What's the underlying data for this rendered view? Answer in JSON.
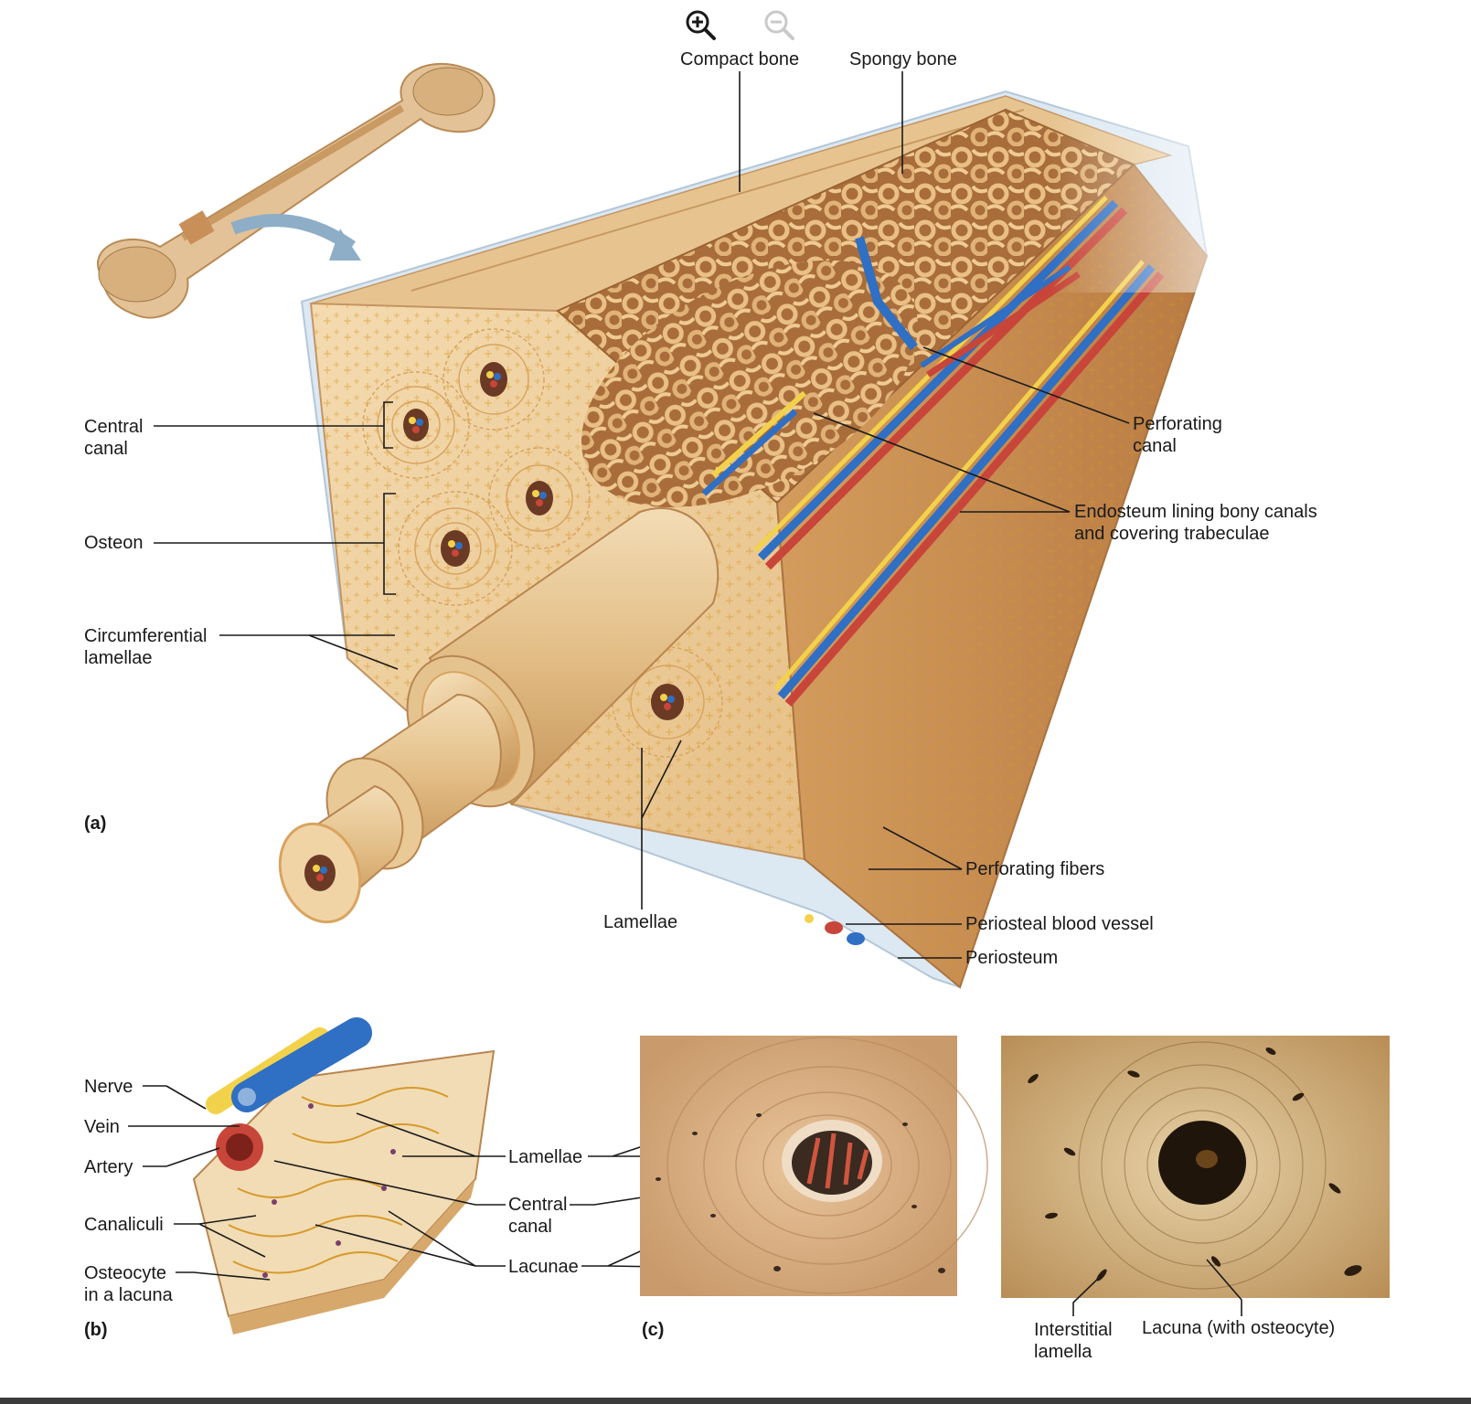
{
  "toolbar": {
    "zoom_in_icon": "zoom-in-icon",
    "zoom_out_icon": "zoom-out-icon"
  },
  "colors": {
    "bone_light": "#f1d6a8",
    "bone_mid": "#e2b97c",
    "bone_dark": "#c9955a",
    "artery": "#c8453a",
    "vein": "#2f6fc4",
    "nerve": "#f2d24a",
    "periosteum": "#cfe0ef",
    "lacuna_line": "#d79a2a",
    "leader": "#1a1a1a"
  },
  "panel_a": {
    "tag": "(a)",
    "compact_bone": "Compact bone",
    "spongy_bone": "Spongy bone",
    "central_canal": [
      "Central",
      "canal"
    ],
    "osteon": "Osteon",
    "circumferential_lamellae": [
      "Circumferential",
      "lamellae"
    ],
    "perforating_canal": [
      "Perforating",
      "canal"
    ],
    "endosteum": [
      "Endosteum lining bony canals",
      "and covering trabeculae"
    ],
    "lamellae": "Lamellae",
    "perforating_fibers": "Perforating fibers",
    "periosteal_blood_vessel": "Periosteal blood vessel",
    "periosteum": "Periosteum"
  },
  "panel_b": {
    "tag": "(b)",
    "nerve": "Nerve",
    "vein": "Vein",
    "artery": "Artery",
    "canaliculi": "Canaliculi",
    "osteocyte": [
      "Osteocyte",
      "in a lacuna"
    ],
    "lamellae": "Lamellae",
    "central_canal": [
      "Central",
      "canal"
    ],
    "lacunae": "Lacunae"
  },
  "panel_c": {
    "tag": "(c)",
    "interstitial_lamella": [
      "Interstitial",
      "lamella"
    ],
    "lacuna_with_osteocyte": "Lacuna (with osteocyte)"
  }
}
